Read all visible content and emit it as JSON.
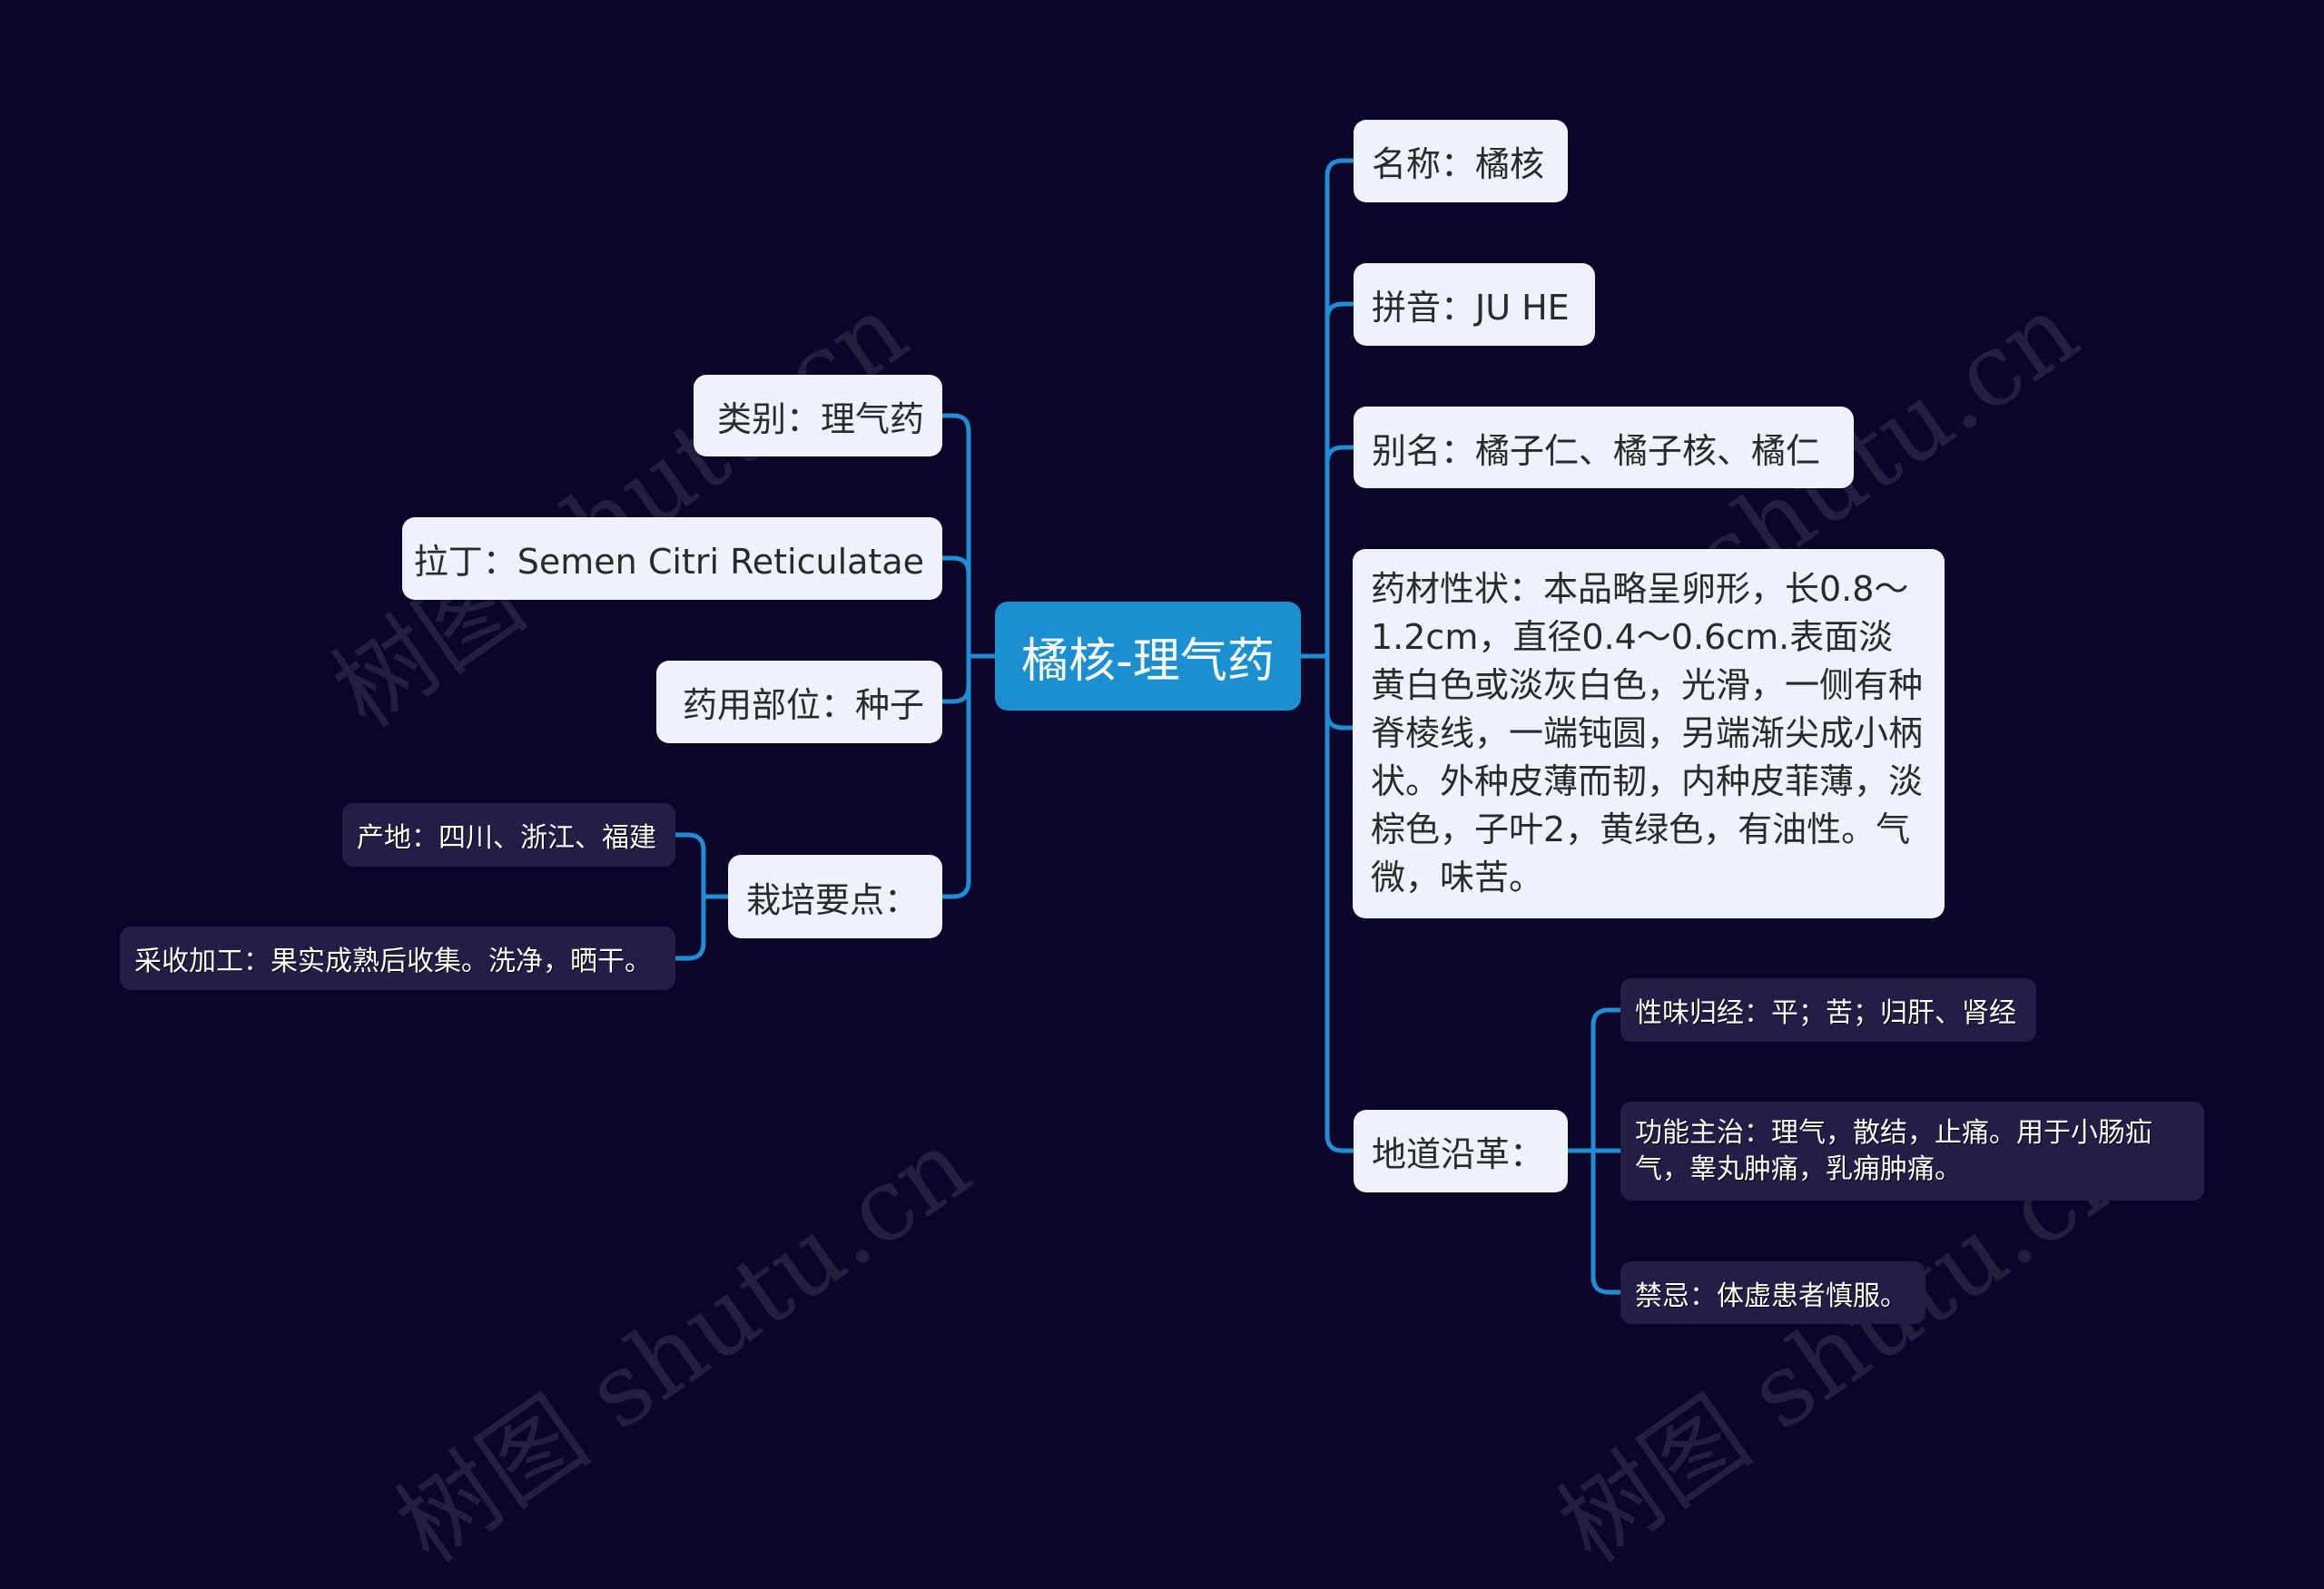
{
  "center": {
    "label": "橘核-理气药",
    "color": "#1c8fd3"
  },
  "left_nodes": [
    {
      "id": "category",
      "label": "类别：理气药"
    },
    {
      "id": "latin",
      "label": "拉丁：Semen Citri Reticulatae"
    },
    {
      "id": "part",
      "label": "药用部位：种子"
    },
    {
      "id": "cultivation",
      "label": "栽培要点：",
      "children": [
        {
          "label": "产地：四川、浙江、福建"
        },
        {
          "label": "采收加工：果实成熟后收集。洗净，晒干。"
        }
      ]
    }
  ],
  "right_nodes": [
    {
      "id": "name",
      "label": "名称：橘核"
    },
    {
      "id": "pinyin",
      "label": "拼音：JU HE"
    },
    {
      "id": "alias",
      "label": "别名：橘子仁、橘子核、橘仁"
    },
    {
      "id": "description",
      "label": "药材性状：本品略呈卵形，长0.8～1.2cm，直径0.4～0.6cm.表面淡黄白色或淡灰白色，光滑，一侧有种脊棱线，一端钝圆，另端渐尖成小柄状。外种皮薄而韧，内种皮菲薄，淡棕色，子叶2，黄绿色，有油性。气微，味苦。"
    },
    {
      "id": "origin",
      "label": "地道沿革：",
      "children": [
        {
          "label": "性味归经：平；苦；归肝、肾经"
        },
        {
          "label": "功能主治：理气，散结，止痛。用于小肠疝气，睾丸肿痛，乳痈肿痛。"
        },
        {
          "label": "禁忌：体虚患者慎服。"
        }
      ]
    }
  ],
  "watermark": "树图 shutu.cn",
  "colors": {
    "background": "#0b0629",
    "connector": "#1e8fd6",
    "light_node": "#edf2fc",
    "dark_node": "#231d47"
  }
}
